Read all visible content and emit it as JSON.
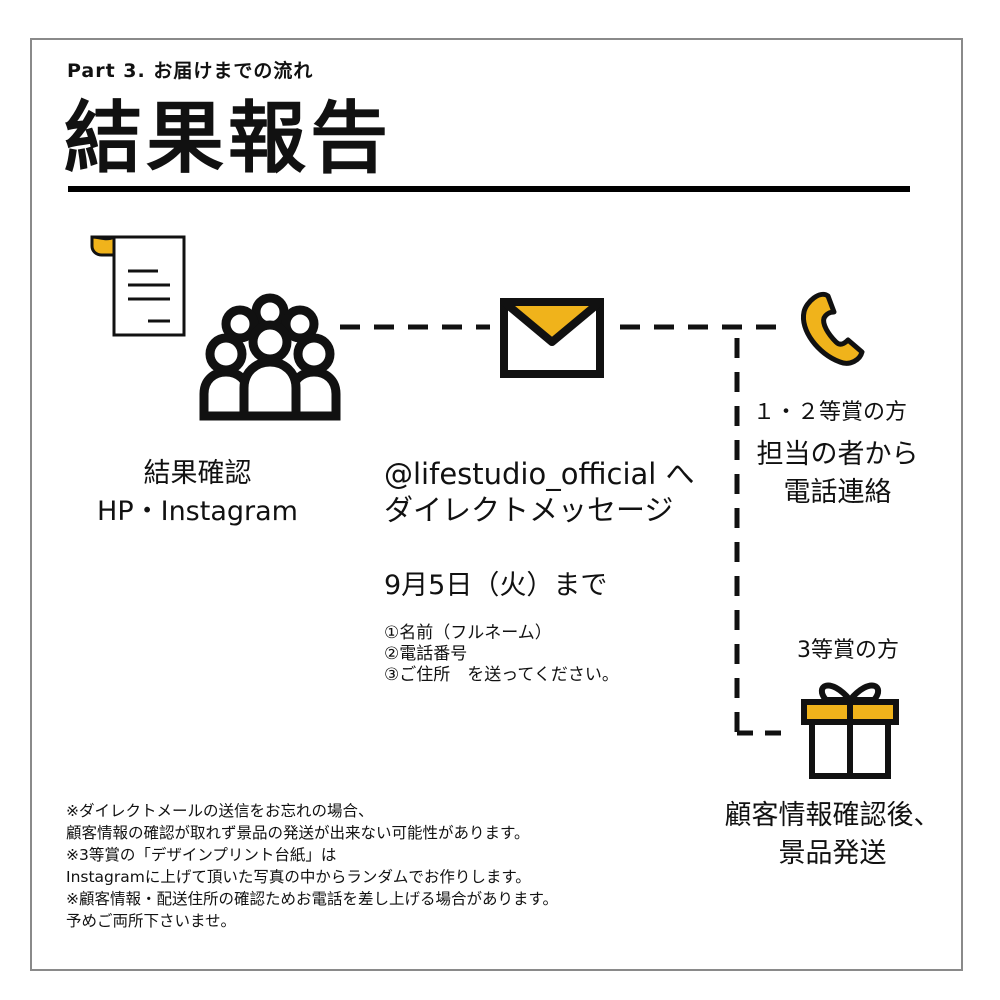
{
  "header": {
    "subtitle": "Part 3. お届けまでの流れ",
    "title": "結果報告"
  },
  "step1": {
    "line1": "結果確認",
    "line2": "HP・Instagram"
  },
  "step2": {
    "handle": "@lifestudio_official へ",
    "line2": "ダイレクトメッセージ",
    "deadline": "9月5日（火）まで",
    "items": [
      "①名前（フルネーム）",
      "②電話番号",
      "③ご住所　を送ってください。"
    ]
  },
  "prize12": {
    "label": "１・２等賞の方",
    "action_line1": "担当の者から",
    "action_line2": "電話連絡"
  },
  "prize3": {
    "label": "3等賞の方",
    "action_line1": "顧客情報確認後、",
    "action_line2": "景品発送"
  },
  "notes": [
    "※ダイレクトメールの送信をお忘れの場合、",
    "顧客情報の確認が取れず景品の発送が出来ない可能性があります。",
    "※3等賞の「デザインプリント台紙」は",
    "Instagramに上げて頂いた写真の中からランダムでお作りします。",
    "※顧客情報・配送住所の確認ためお電話を差し上げる場合があります。",
    "予めご両所下さいませ。"
  ],
  "colors": {
    "accent": "#f0b31b",
    "ink": "#111111",
    "frame": "#8a8a8a"
  }
}
